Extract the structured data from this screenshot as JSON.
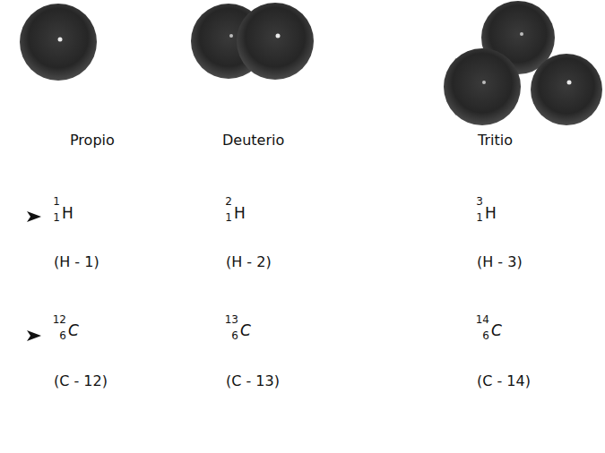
{
  "diagram": {
    "labels": [
      "Propio",
      "Deuterio",
      "Tritio",
      "1",
      "1",
      "H",
      "2",
      "1",
      "H",
      "3",
      "1",
      "H",
      "(H - 1)",
      "(H - 2)",
      "(H - 3)",
      "12",
      "6",
      "C",
      "13",
      "6",
      "C",
      "14",
      "6",
      "C",
      "(C - 12)",
      "(C - 13)",
      "(C - 14)"
    ]
  }
}
